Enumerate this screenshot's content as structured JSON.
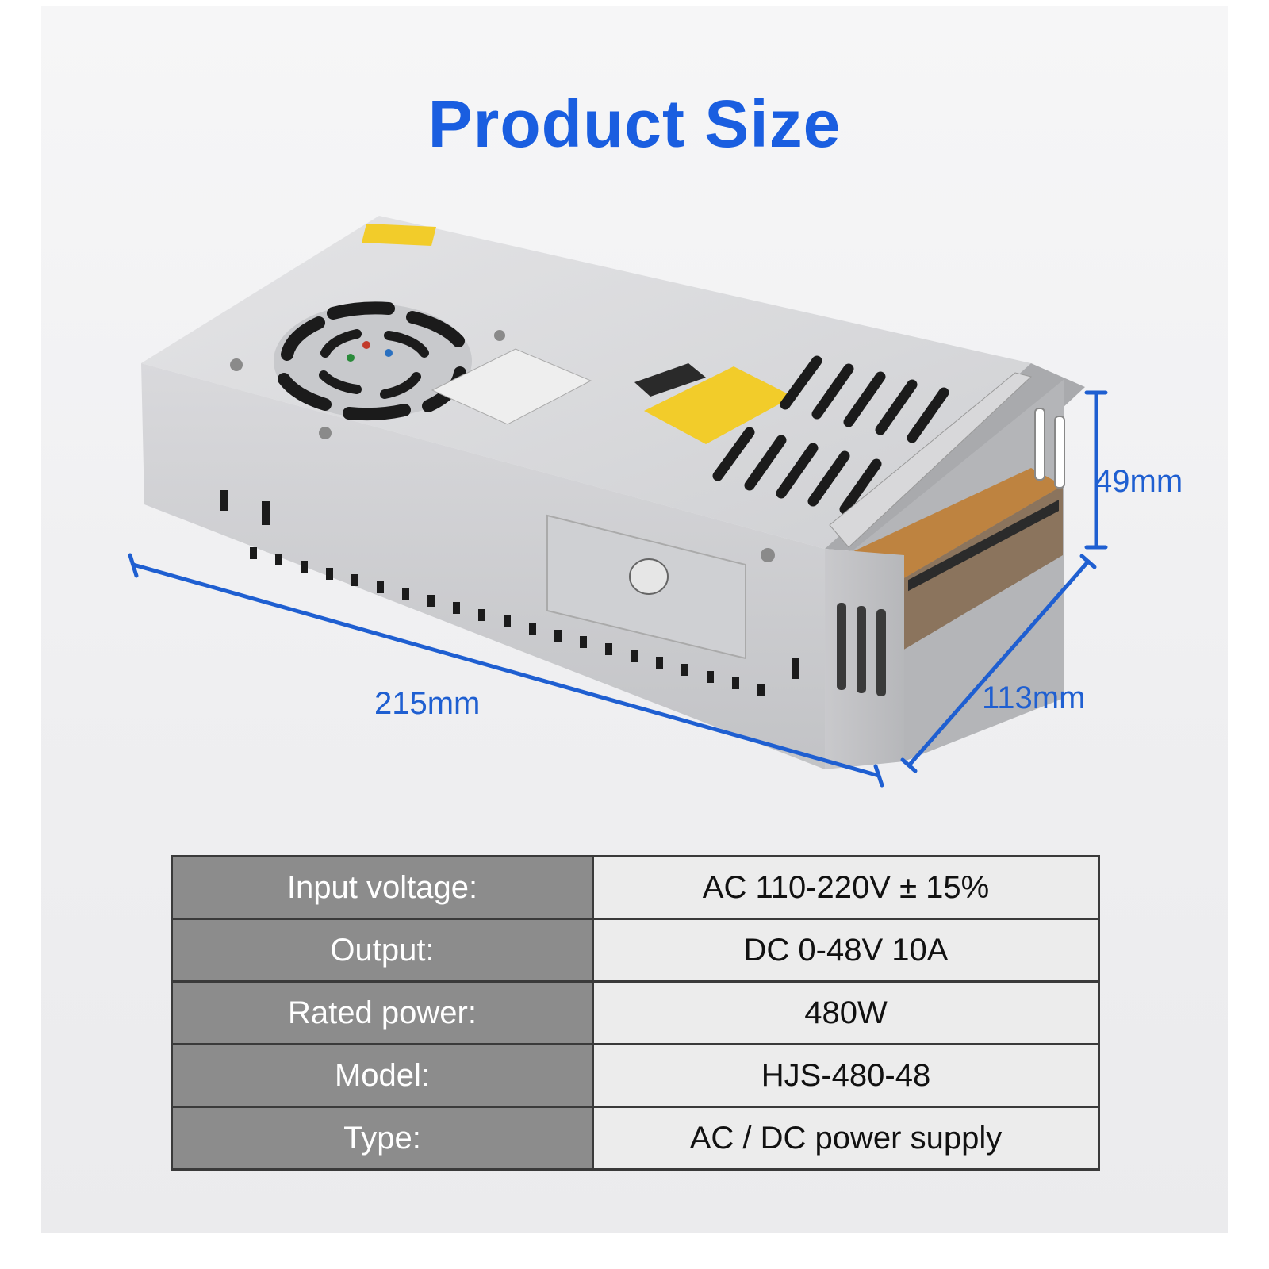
{
  "title": "Product Size",
  "dimensions": {
    "length": "215mm",
    "depth": "113mm",
    "height": "49mm"
  },
  "specs": [
    {
      "label": "Input voltage:",
      "value": "AC 110-220V ± 15%"
    },
    {
      "label": "Output:",
      "value": "DC 0-48V 10A"
    },
    {
      "label": "Rated power:",
      "value": "480W"
    },
    {
      "label": "Model:",
      "value": "HJS-480-48"
    },
    {
      "label": "Type:",
      "value": "AC / DC power supply"
    }
  ],
  "colors": {
    "accent": "#1a5ee0",
    "dimension_line": "#1f5fd1",
    "label_cell": "#8c8c8c",
    "value_cell": "#ececec"
  }
}
